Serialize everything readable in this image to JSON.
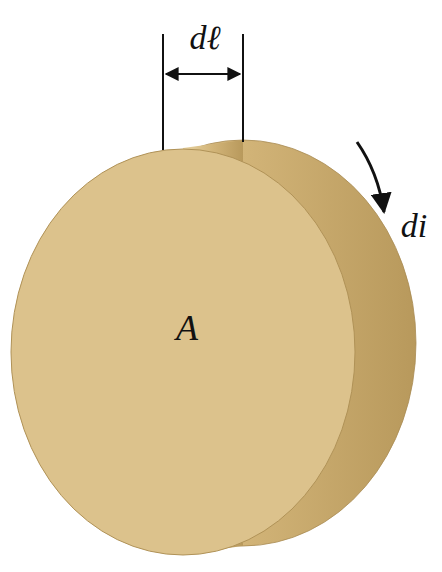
{
  "diagram": {
    "nodes": [
      {
        "text": [
          "A"
        ]
      }
    ],
    "labels": [
      "dℓ",
      "di"
    ]
  }
}
